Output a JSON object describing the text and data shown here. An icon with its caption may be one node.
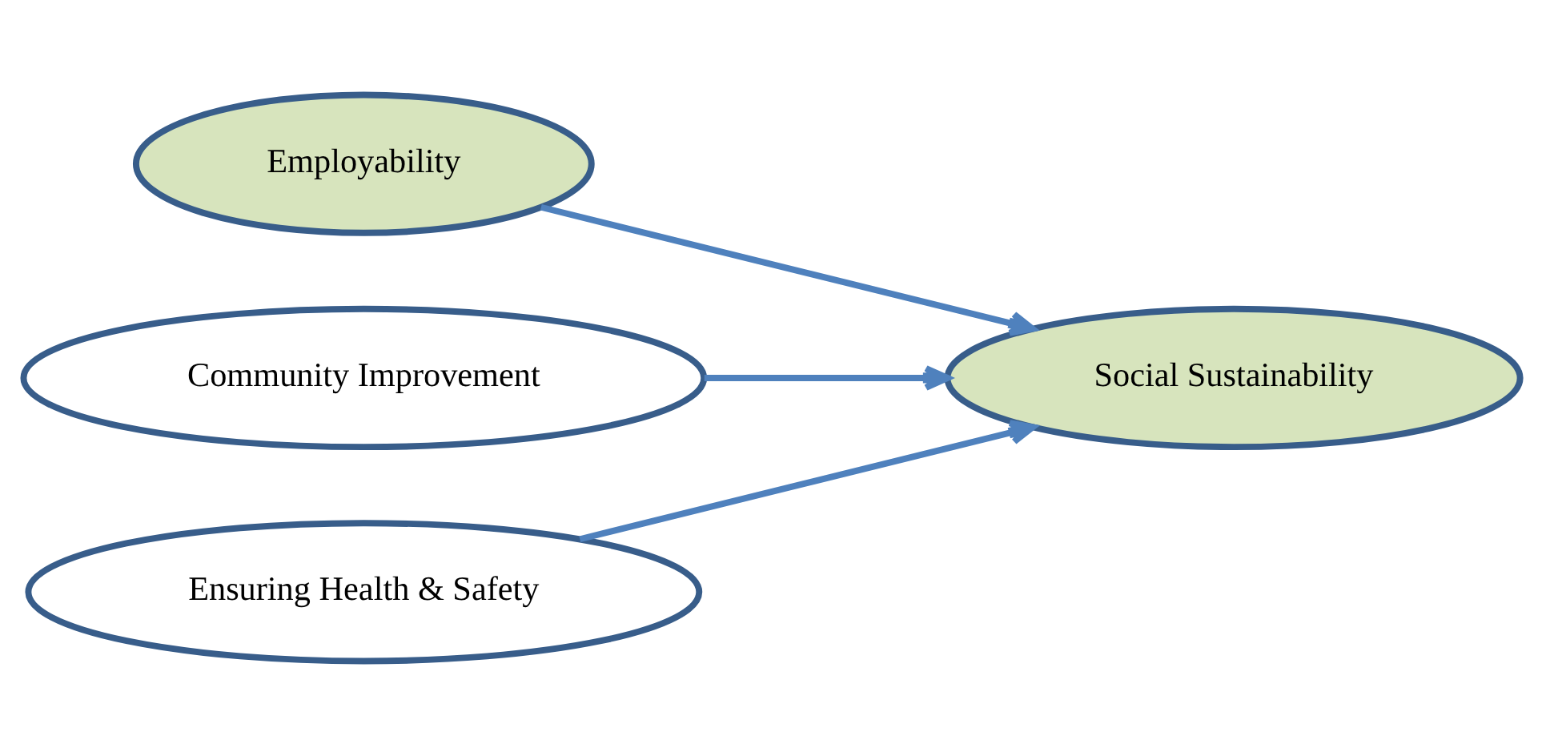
{
  "diagram": {
    "nodes": [
      {
        "text": [
          "Employability"
        ]
      },
      {
        "text": [
          "Social Sustainability"
        ]
      },
      {
        "text": [
          "Community Improvement"
        ]
      },
      {
        "text": [
          "Ensuring Health & Safety"
        ]
      }
    ],
    "edges": [
      {
        "from": 0,
        "to": 1,
        "arrow": "to"
      },
      {
        "from": 2,
        "to": 1,
        "arrow": "to"
      },
      {
        "from": 3,
        "to": 1,
        "arrow": "to"
      }
    ]
  }
}
